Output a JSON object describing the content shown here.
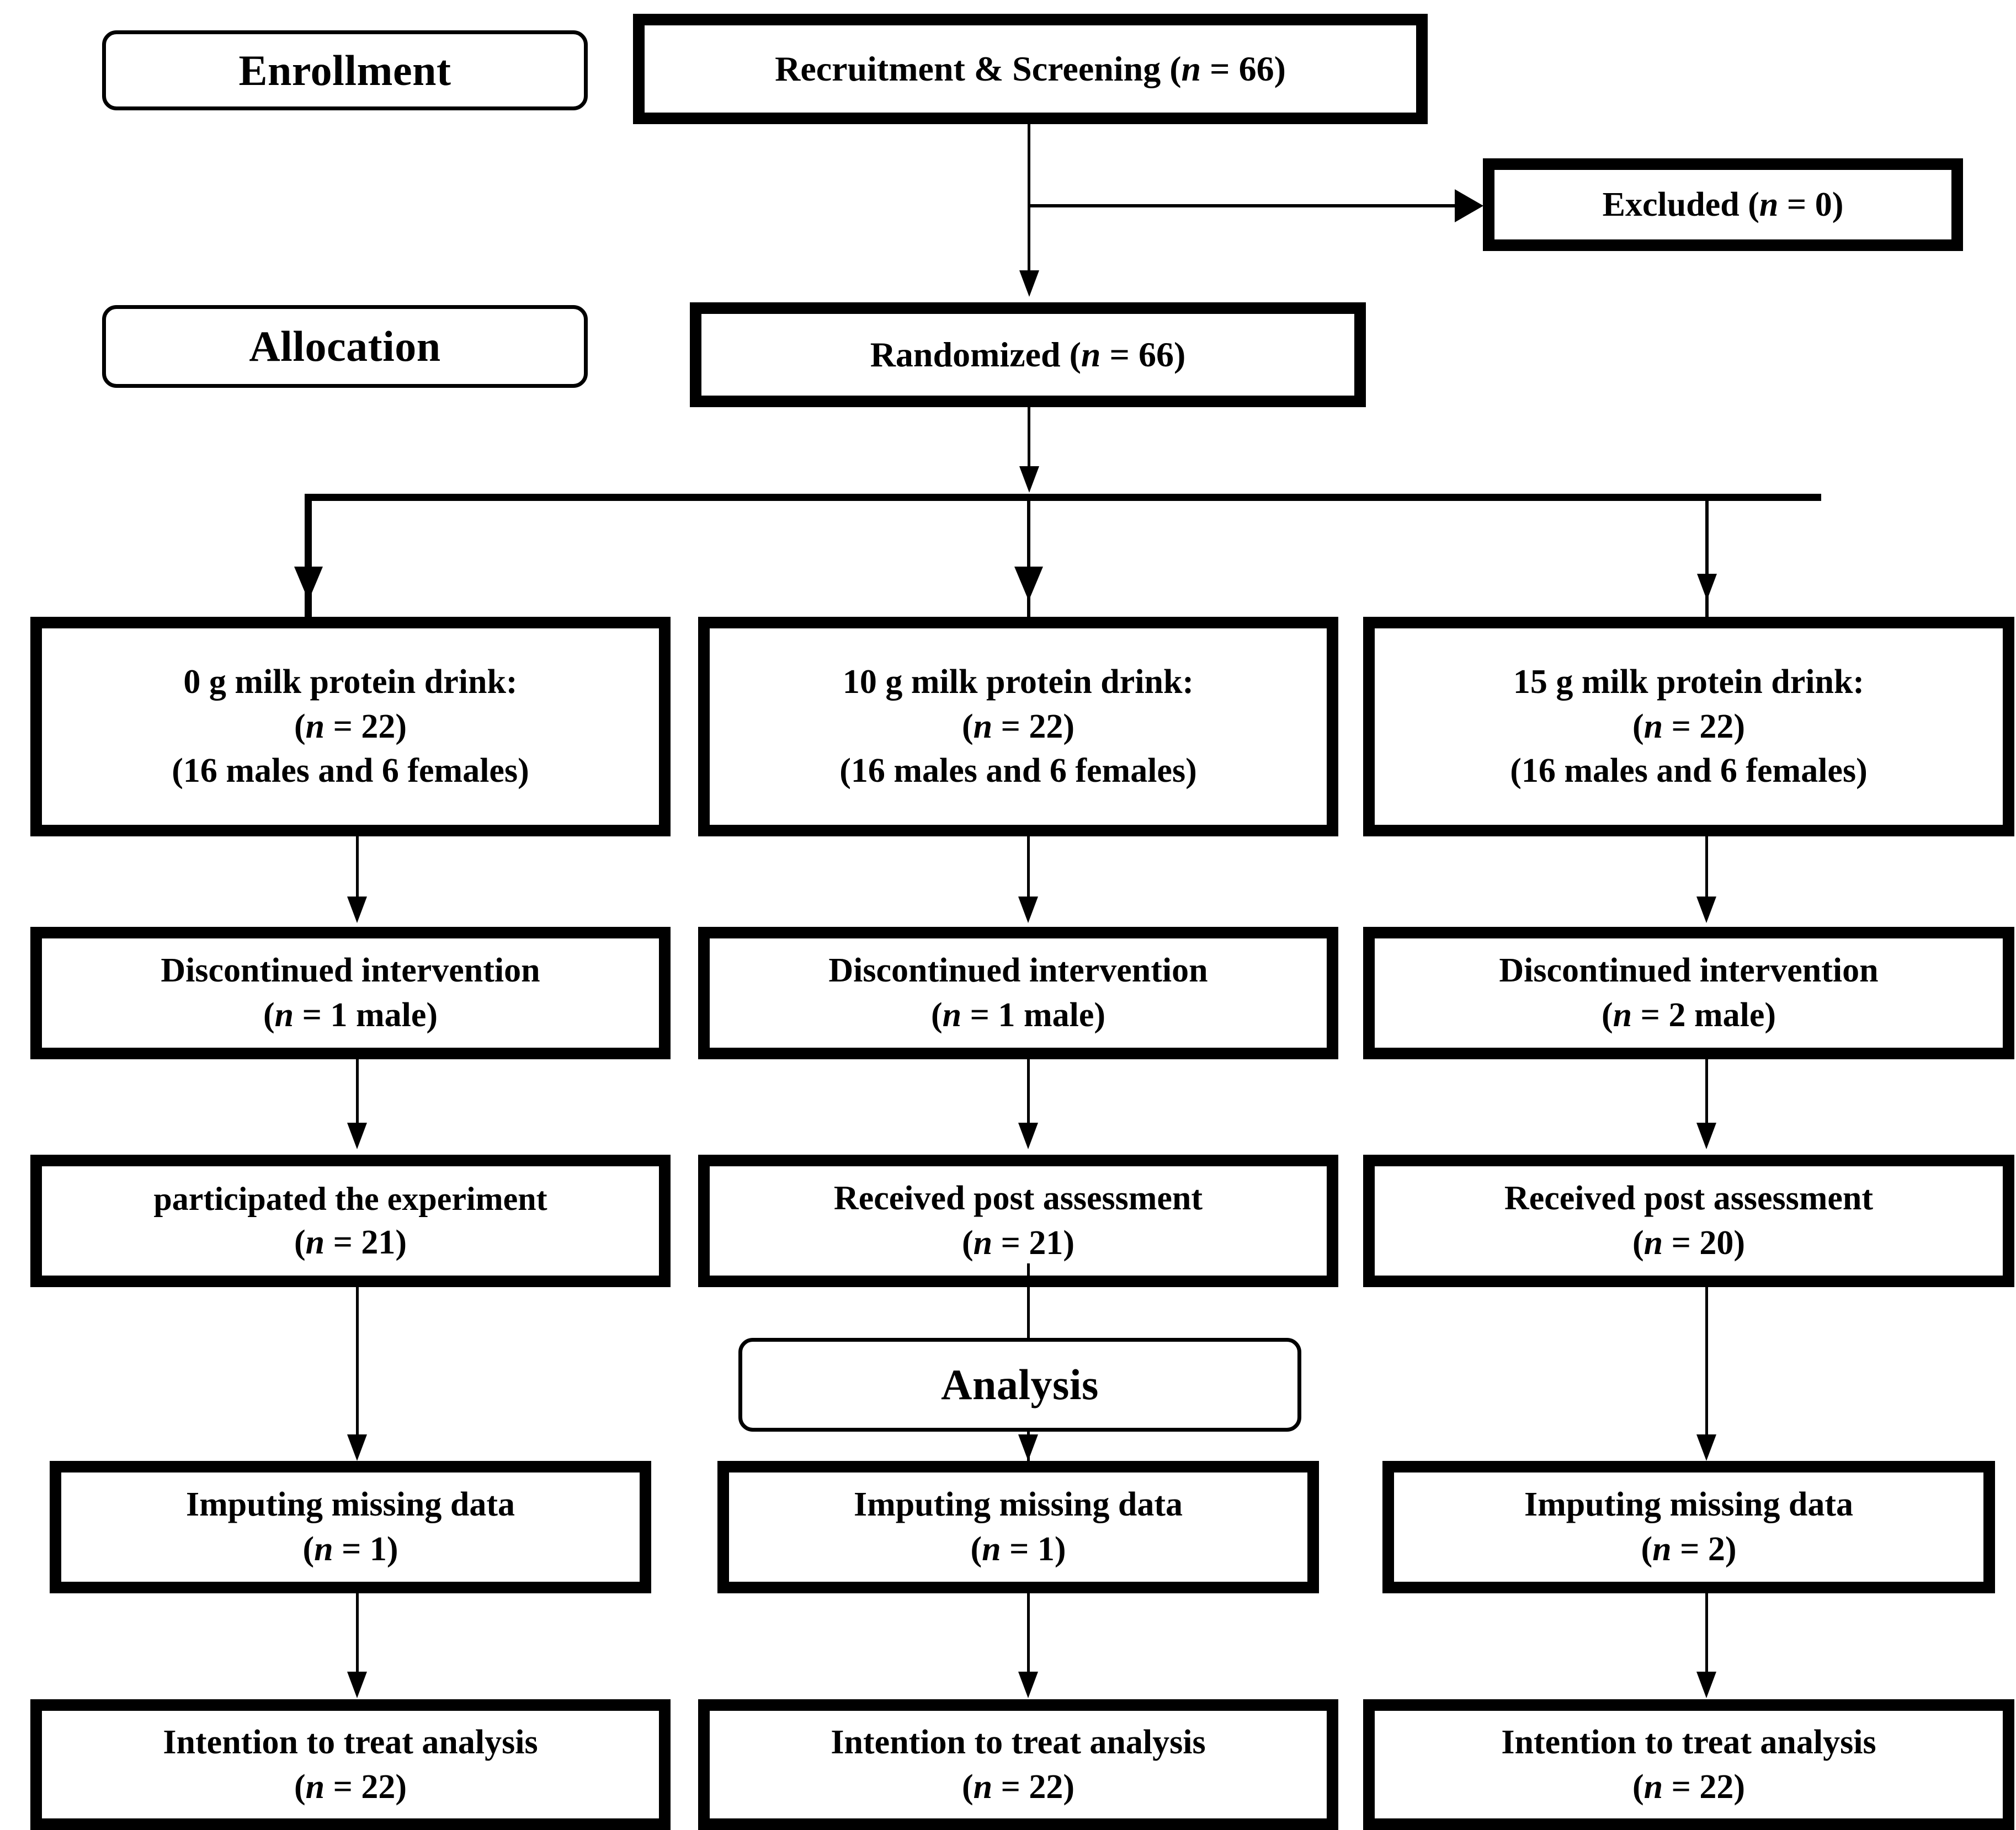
{
  "diagram": {
    "title": "CONSORT participant flow diagram",
    "colors": {
      "line": "#000000",
      "background": "#ffffff",
      "text": "#000000"
    }
  },
  "stage_labels": {
    "enrollment": "Enrollment",
    "allocation": "Allocation",
    "analysis": "Analysis"
  },
  "enrollment": {
    "recruitment": {
      "line1": "Recruitment & Screening (",
      "n_italic": "n",
      "n_value": " = 66)"
    },
    "recruitment_text": "Recruitment & Screening (n = 66)",
    "excluded": {
      "label": "Excluded  (",
      "n_italic": "n",
      "n_value": " = 0)"
    },
    "excluded_text": "Excluded  (n = 0)"
  },
  "allocation": {
    "randomized": {
      "label": "Randomized  (",
      "n_italic": "n",
      "n_value": " = 66)"
    },
    "randomized_text": "Randomized  (n = 66)"
  },
  "groups": [
    {
      "id": "group-0g",
      "allocation": {
        "title": "0 g milk protein drink:",
        "count_prefix": "(",
        "count_italic": "n",
        "count_value": " = 22)",
        "sex_breakdown": "(16 males and 6 females)"
      },
      "discontinued": {
        "title": "Discontinued intervention",
        "count_prefix": "(",
        "count_italic": "n",
        "count_value": " = 1 male)"
      },
      "post": {
        "title": "participated  the experiment",
        "count_prefix": "(",
        "count_italic": "n",
        "count_value": " = 21)"
      },
      "imputing": {
        "title": "Imputing missing data",
        "count_prefix": "(",
        "count_italic": "n",
        "count_value": " = 1)"
      },
      "itt": {
        "title": "Intention to treat analysis",
        "count_prefix": "(",
        "count_italic": "n",
        "count_value": " = 22)"
      }
    },
    {
      "id": "group-10g",
      "allocation": {
        "title": "10 g milk protein drink:",
        "count_prefix": "(",
        "count_italic": "n",
        "count_value": " = 22)",
        "sex_breakdown": "(16 males and 6 females)"
      },
      "discontinued": {
        "title": "Discontinued intervention",
        "count_prefix": "(",
        "count_italic": "n",
        "count_value": " = 1 male)"
      },
      "post": {
        "title": "Received post assessment",
        "count_prefix": "(",
        "count_italic": "n",
        "count_value": " = 21)"
      },
      "imputing": {
        "title": "Imputing missing data",
        "count_prefix": "(",
        "count_italic": "n",
        "count_value": " = 1)"
      },
      "itt": {
        "title": "Intention to treat analysis",
        "count_prefix": "(",
        "count_italic": "n",
        "count_value": " = 22)"
      }
    },
    {
      "id": "group-15g",
      "allocation": {
        "title": "15 g milk protein drink:",
        "count_prefix": "(",
        "count_italic": "n",
        "count_value": " = 22)",
        "sex_breakdown": "(16 males and 6 females)"
      },
      "discontinued": {
        "title": "Discontinued intervention",
        "count_prefix": "(",
        "count_italic": "n",
        "count_value": " = 2 male)"
      },
      "post": {
        "title": "Received post assessment",
        "count_prefix": "(",
        "count_italic": "n",
        "count_value": " = 20)"
      },
      "imputing": {
        "title": "Imputing missing data",
        "count_prefix": "(",
        "count_italic": "n",
        "count_value": " = 2)"
      },
      "itt": {
        "title": "Intention to treat analysis",
        "count_prefix": "(",
        "count_italic": "n",
        "count_value": " = 22)"
      }
    }
  ]
}
